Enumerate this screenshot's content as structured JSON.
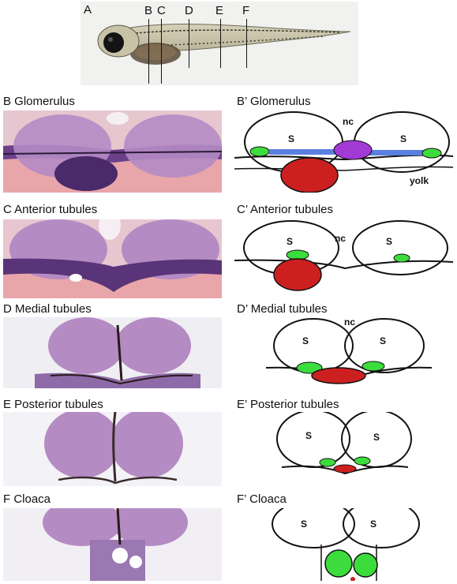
{
  "panel_a": {
    "label": "A",
    "markers": [
      "B",
      "C",
      "D",
      "E",
      "F"
    ]
  },
  "rows": [
    {
      "left_label": "B Glomerulus",
      "right_label": "B’ Glomerulus",
      "annotations": [
        "S",
        "nc",
        "S",
        "yolk"
      ]
    },
    {
      "left_label": "C Anterior tubules",
      "right_label": "C’ Anterior tubules",
      "annotations": [
        "S",
        "nc",
        "S"
      ]
    },
    {
      "left_label": "D Medial tubules",
      "right_label": "D’ Medial tubules",
      "annotations": [
        "S",
        "nc",
        "S"
      ]
    },
    {
      "left_label": "E Posterior tubules",
      "right_label": "E’ Posterior tubules",
      "annotations": [
        "S",
        "S"
      ]
    },
    {
      "left_label": "F Cloaca",
      "right_label": "F’ Cloaca",
      "annotations": [
        "S",
        "S"
      ]
    }
  ],
  "colors": {
    "tubule": "#3ddc3d",
    "glomerulus": "#cc2020",
    "duct": "#5a7fe0",
    "podocyte": "#a23ad6",
    "histology_bg": "#b58bc4",
    "histology_dark": "#4a2a6a",
    "yolk": "#e8a6aa"
  }
}
